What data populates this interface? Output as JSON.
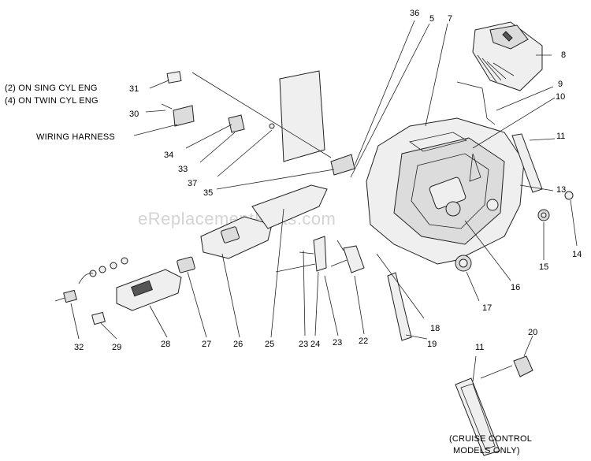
{
  "watermark": "eReplacementParts.com",
  "notes": {
    "sing_cyl": "(2) ON SING CYL ENG",
    "twin_cyl": "(4) ON TWIN CYL ENG",
    "wiring_harness": "WIRING HARNESS",
    "cruise_line1": "(CRUISE CONTROL",
    "cruise_line2": "MODELS ONLY)"
  },
  "part_numbers": {
    "p36": "36",
    "p5": "5",
    "p7": "7",
    "p8": "8",
    "p9": "9",
    "p10": "10",
    "p11a": "11",
    "p11b": "11",
    "p13": "13",
    "p14": "14",
    "p15": "15",
    "p16": "16",
    "p17": "17",
    "p18": "18",
    "p19": "19",
    "p20": "20",
    "p22": "22",
    "p23a": "23",
    "p23b": "23",
    "p24": "24",
    "p25": "25",
    "p26": "26",
    "p27": "27",
    "p28": "28",
    "p29": "29",
    "p30": "30",
    "p31": "31",
    "p32": "32",
    "p33": "33",
    "p34": "34",
    "p35": "35",
    "p37": "37"
  }
}
